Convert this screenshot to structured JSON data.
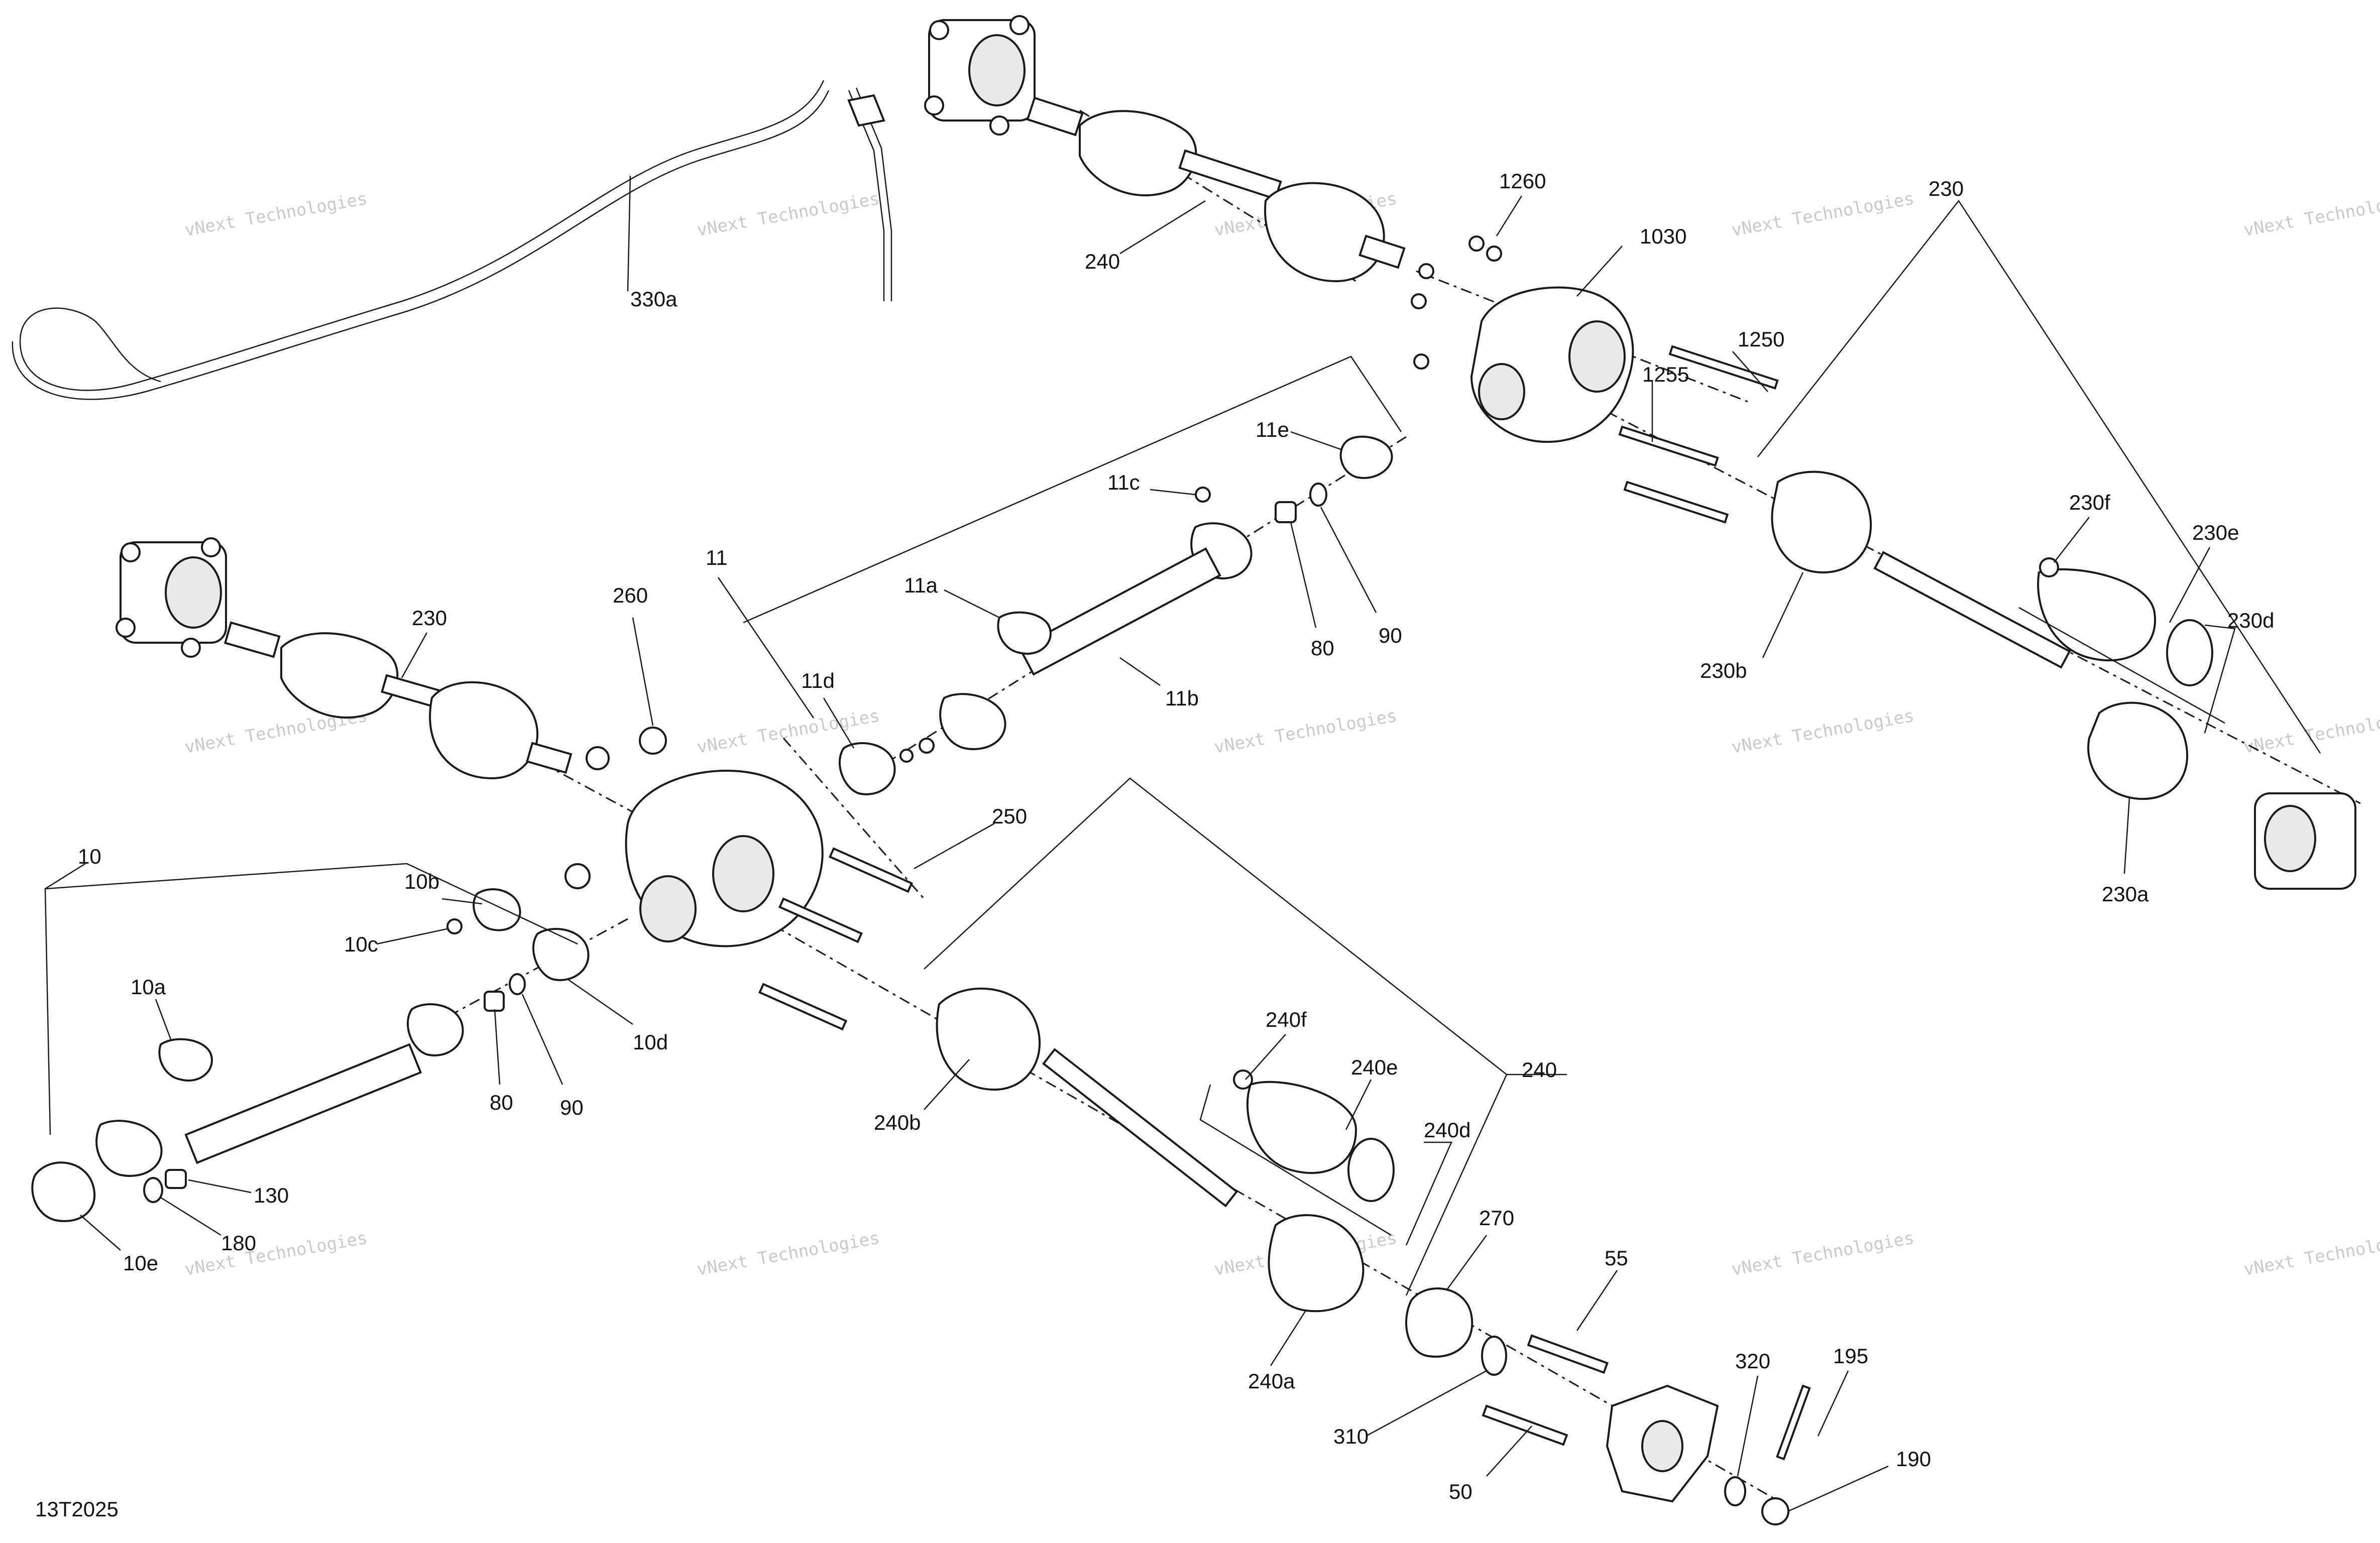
{
  "drawing_id": "13T2025",
  "watermark": {
    "small": "vNext Technologies",
    "large": "vNext\nTechnologies"
  },
  "callouts": {
    "c330a": "330a",
    "c240_top": "240",
    "c1260": "1260",
    "c1030": "1030",
    "c1250": "1250",
    "c1255": "1255",
    "c230_top": "230",
    "c11e": "11e",
    "c11c": "11c",
    "c80_top": "80",
    "c90_top": "90",
    "c11": "11",
    "c11a": "11a",
    "c11b": "11b",
    "c11d": "11d",
    "c260": "260",
    "c230_left": "230",
    "c230f": "230f",
    "c230e": "230e",
    "c230d": "230d",
    "c230b": "230b",
    "c230a": "230a",
    "c250": "250",
    "c10": "10",
    "c10b": "10b",
    "c10c": "10c",
    "c10a": "10a",
    "c10d": "10d",
    "c80_bot": "80",
    "c90_bot": "90",
    "c130": "130",
    "c180": "180",
    "c10e": "10e",
    "c240b": "240b",
    "c240f": "240f",
    "c240e": "240e",
    "c240d": "240d",
    "c240_right": "240",
    "c270": "270",
    "c55": "55",
    "c240a": "240a",
    "c310": "310",
    "c320": "320",
    "c195": "195",
    "c190": "190",
    "c50": "50"
  }
}
